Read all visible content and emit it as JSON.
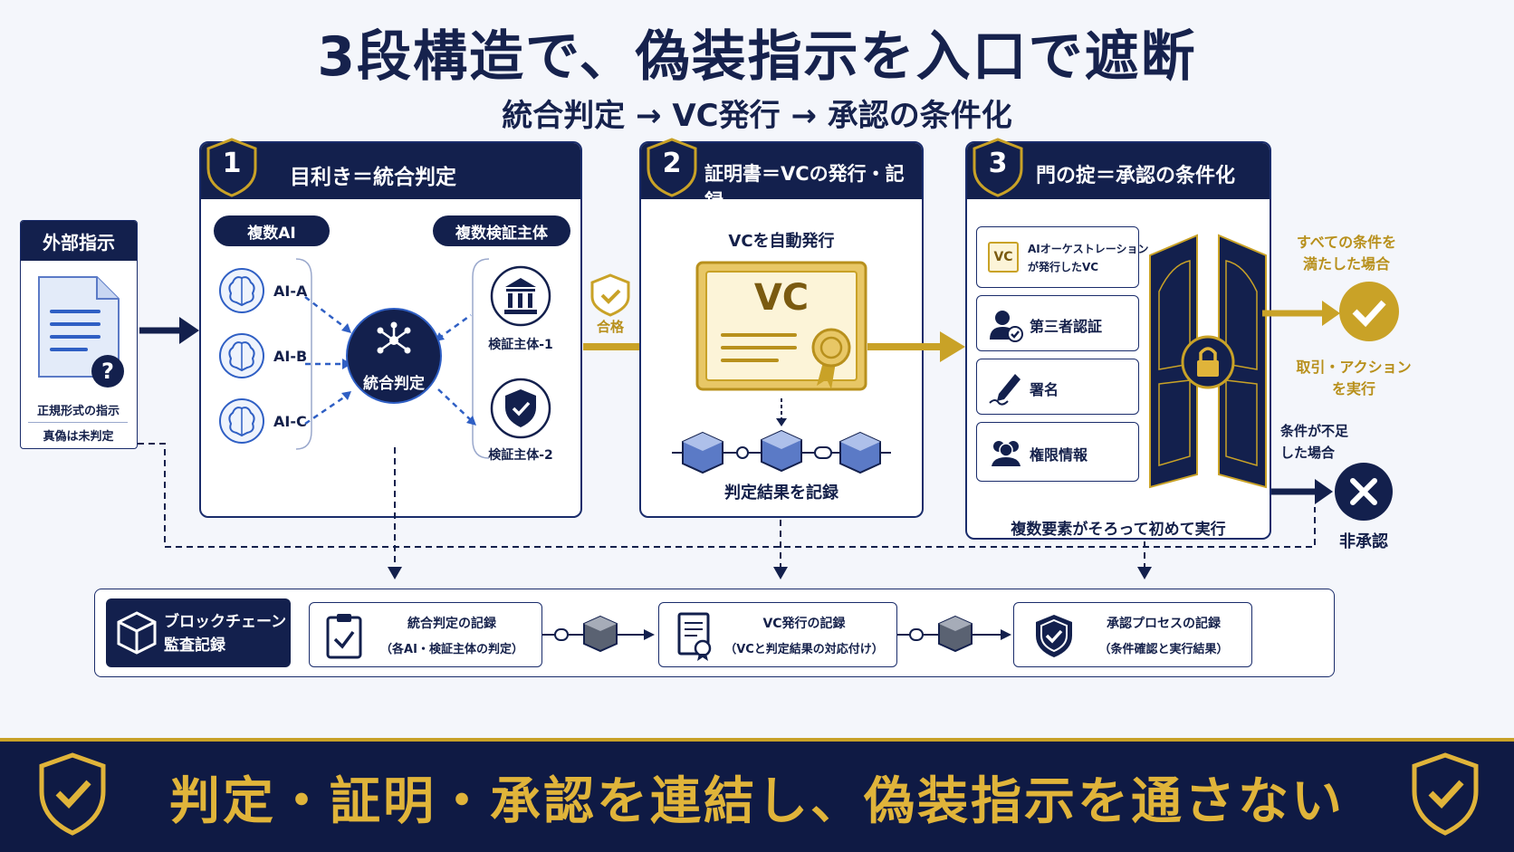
{
  "title": "3段構造で、偽装指示を入口で遮断",
  "subtitle": "統合判定 → VC発行 → 承認の条件化",
  "external": {
    "header": "外部指示",
    "line1": "正規形式の指示",
    "line2": "真偽は未判定"
  },
  "stage1": {
    "num": "1",
    "title": "目利き＝統合判定",
    "multi_ai": "複数AI",
    "multi_verifier": "複数検証主体",
    "ai_items": [
      "AI-A",
      "AI-B",
      "AI-C"
    ],
    "hub": "統合判定",
    "verifiers": [
      "検証主体-1",
      "検証主体-2"
    ]
  },
  "pass_label": "合格",
  "stage2": {
    "num": "2",
    "title": "証明書＝VCの発行・記録",
    "auto_issue": "VCを自動発行",
    "cert_text": "VC",
    "record": "判定結果を記録"
  },
  "stage3": {
    "num": "3",
    "title": "門の掟＝承認の条件化",
    "items": [
      {
        "icon": "VC",
        "label": "AIオーケストレーション\nが発行したVC"
      },
      {
        "label": "第三者認証"
      },
      {
        "label": "署名"
      },
      {
        "label": "権限情報"
      }
    ],
    "footer": "複数要素がそろって初めて実行"
  },
  "success": {
    "condition": "すべての条件を\n満たした場合",
    "action": "取引・アクション\nを実行"
  },
  "failure": {
    "condition": "条件が不足\nした場合",
    "result": "非承認"
  },
  "audit": {
    "title": "ブロックチェーン\n監査記録",
    "records": [
      {
        "title": "統合判定の記録",
        "detail": "（各AI・検証主体の判定）"
      },
      {
        "title": "VC発行の記録",
        "detail": "（VCと判定結果の対応付け）"
      },
      {
        "title": "承認プロセスの記録",
        "detail": "（条件確認と実行結果）"
      }
    ]
  },
  "banner": "判定・証明・承認を連結し、偽装指示を通さない",
  "colors": {
    "navy": "#13204d",
    "gold": "#c9a227",
    "blue": "#2f5fc4"
  }
}
